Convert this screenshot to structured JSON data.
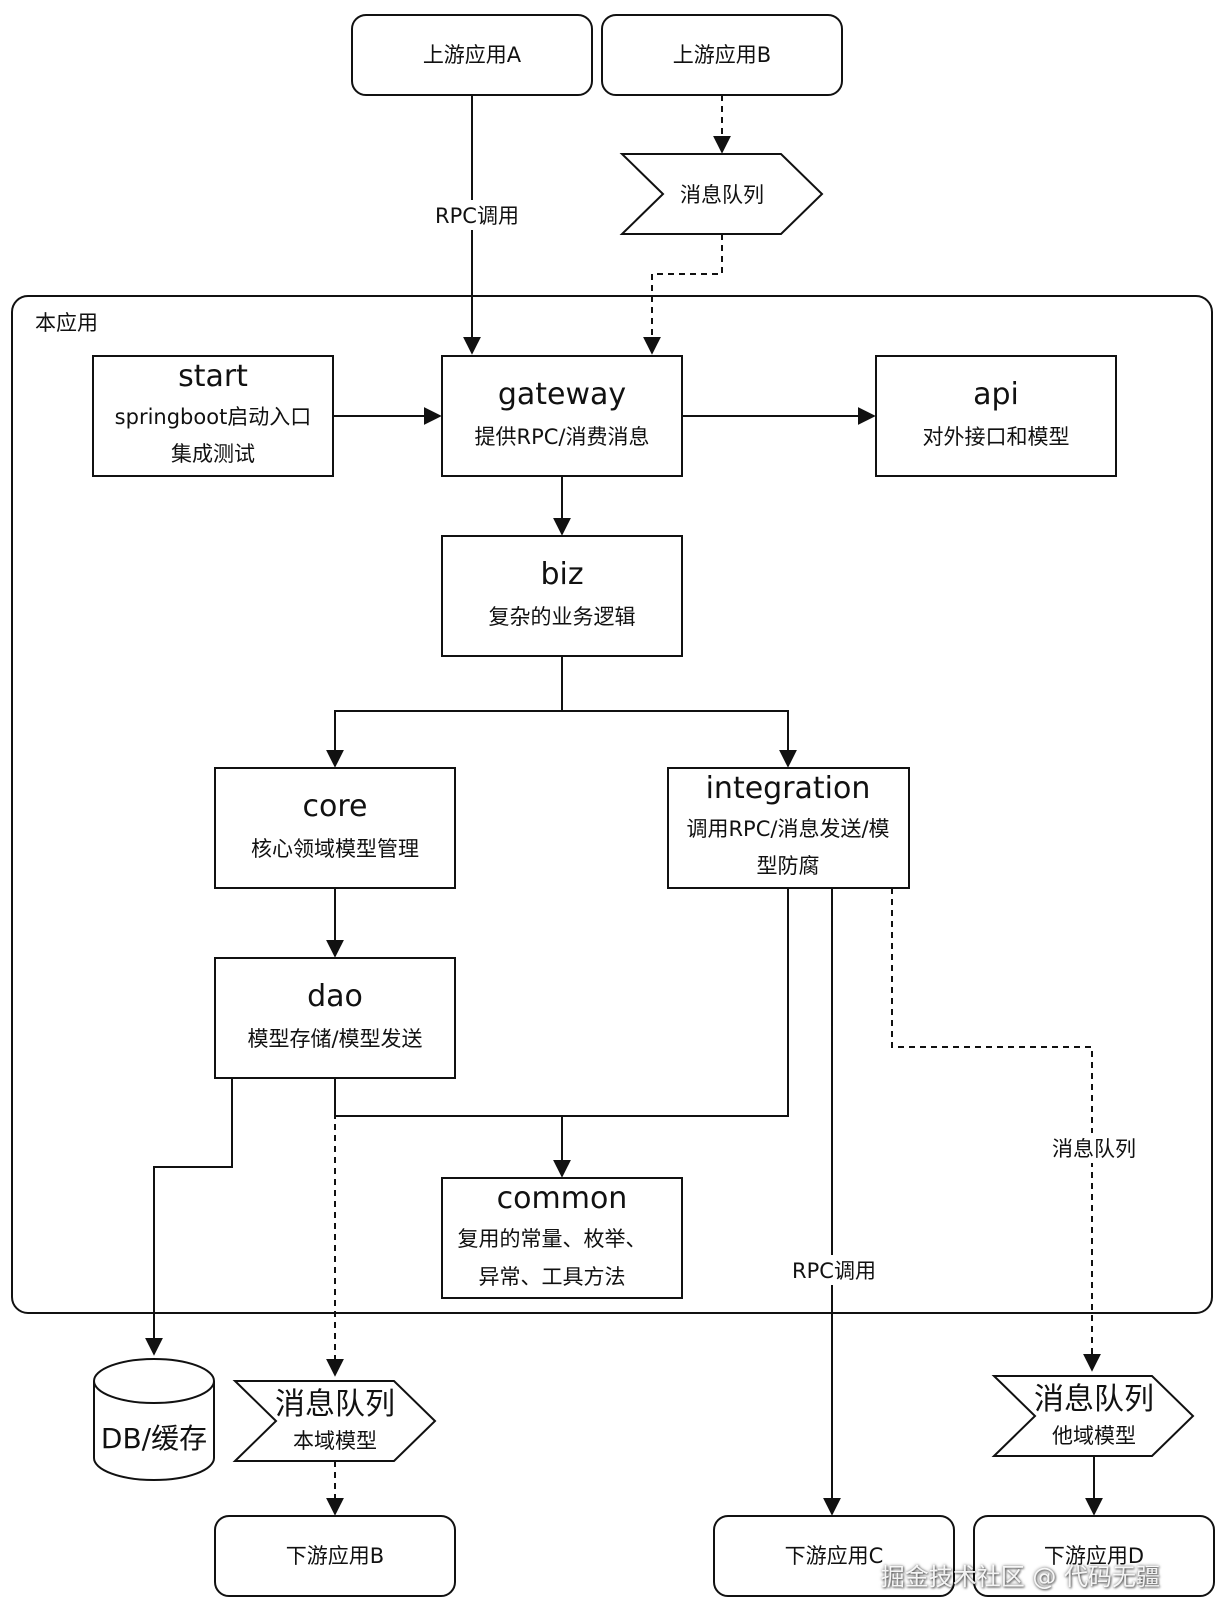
{
  "container": {
    "label": "本应用"
  },
  "nodes": {
    "upstream_a": {
      "label": "上游应用A"
    },
    "upstream_b": {
      "label": "上游应用B"
    },
    "mq_top": {
      "label": "消息队列"
    },
    "start": {
      "title": "start",
      "lines": [
        "springboot启动入口",
        "集成测试"
      ]
    },
    "gateway": {
      "title": "gateway",
      "lines": [
        "提供RPC/消费消息"
      ]
    },
    "api": {
      "title": "api",
      "lines": [
        "对外接口和模型"
      ]
    },
    "biz": {
      "title": "biz",
      "lines": [
        "复杂的业务逻辑"
      ]
    },
    "core": {
      "title": "core",
      "lines": [
        "核心领域模型管理"
      ]
    },
    "integration": {
      "title": "integration",
      "lines": [
        "调用RPC/消息发送/模",
        "型防腐"
      ]
    },
    "dao": {
      "title": "dao",
      "lines": [
        "模型存储/模型发送"
      ]
    },
    "common": {
      "title": "common",
      "lines": [
        "复用的常量、枚举、",
        "异常、工具方法"
      ]
    },
    "db": {
      "label": "DB/缓存"
    },
    "mq_local": {
      "title": "消息队列",
      "sub": "本域模型"
    },
    "mq_other": {
      "title": "消息队列",
      "sub": "他域模型"
    },
    "down_b": {
      "label": "下游应用B"
    },
    "down_c": {
      "label": "下游应用C"
    },
    "down_d": {
      "label": "下游应用D"
    }
  },
  "edge_labels": {
    "rpc_in": "RPC调用",
    "rpc_out": "RPC调用",
    "mq_out": "消息队列"
  },
  "watermark": "掘金技术社区 @ 代码无疆"
}
